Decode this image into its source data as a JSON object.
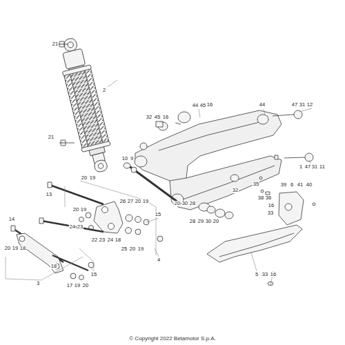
{
  "diagram": {
    "caption": "© Copyright 2022 Betamotor S.p.A.",
    "labels": [
      "21",
      "2",
      "21",
      "10",
      "9",
      "32",
      "45",
      "16",
      "44",
      "45",
      "16",
      "44",
      "47",
      "31",
      "12",
      "1",
      "47",
      "31",
      "11",
      "39",
      "6",
      "41",
      "40",
      "35",
      "32",
      "38",
      "36",
      "16",
      "33",
      "20",
      "30",
      "28",
      "28",
      "29",
      "30",
      "20",
      "20",
      "19",
      "13",
      "20",
      "19",
      "26",
      "27",
      "20",
      "19",
      "15",
      "24",
      "23",
      "22",
      "23",
      "24",
      "18",
      "14",
      "20",
      "19",
      "18",
      "25",
      "20",
      "19",
      "4",
      "18",
      "15",
      "3",
      "17",
      "19",
      "20",
      "5",
      "33",
      "16"
    ]
  }
}
